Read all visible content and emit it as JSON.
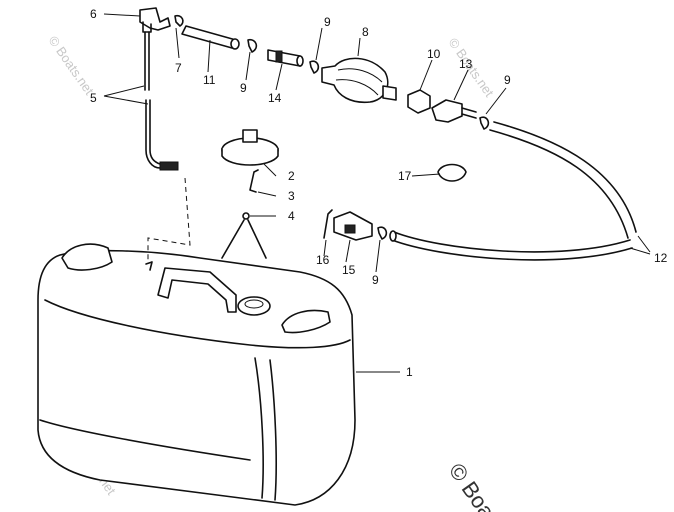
{
  "watermark": {
    "small": "© Boats.net",
    "small_b": "© Boats.net",
    "small_c": "© Boats.net",
    "large": "© Boats"
  },
  "callouts": {
    "c1": "1",
    "c2": "2",
    "c3": "3",
    "c4": "4",
    "c5": "5",
    "c6": "6",
    "c7": "7",
    "c8": "8",
    "c9a": "9",
    "c9b": "9",
    "c9c": "9",
    "c9d": "9",
    "c10": "10",
    "c11": "11",
    "c12": "12",
    "c13": "13",
    "c14": "14",
    "c15": "15",
    "c16": "16",
    "c17": "17"
  }
}
